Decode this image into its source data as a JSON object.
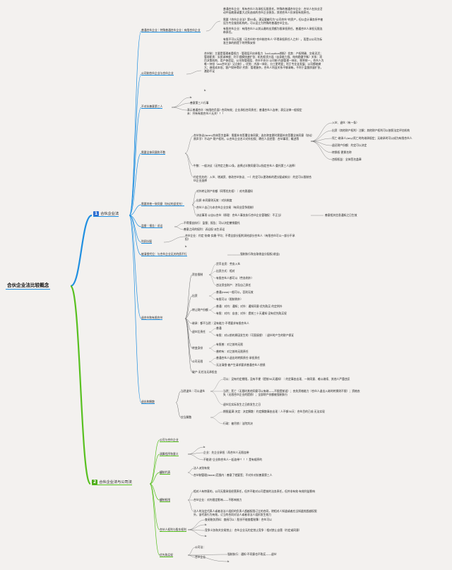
{
  "colors": {
    "blue": "#1f8fe0",
    "green": "#58c020",
    "badge1": "#2f6fd0",
    "badge2": "#4cab18",
    "line": "#6a6a6a"
  },
  "root": {
    "title": "合伙企业法比较概念"
  },
  "branch1": {
    "badge": "1",
    "label": "合伙企业法",
    "groups": [
      {
        "label": "普通合伙企业｜特殊普通合伙企业｜有限合伙企业",
        "notes": [
          "普通合伙企业：所有合伙人均承担无限责任。特殊的普通合伙企业：合伙人在执业活动中因故意或重大过失造成的合伙企业债务，其他合伙人仅承担有限责任。",
          "需要《合伙企业法》第55条。满足要编号为\"公司合伙\"的资产，但以会计事务所中被设为专业服务机构的，可以设立为特殊的普通合伙企业。",
          "有限合伙企业：有限合伙人以其认缴的出资额为限承担责任，普通合伙人承担无限连带责任。",
          "有限不可以无限（无合伙的\"合伙制合伙人\"不得承担责任人之外），而是以公司为标准主体的前提下的特殊安排"
        ]
      },
      {
        "label": "公司制合伙企业与合伙企业",
        "notes": [
          "合伙制：主要是管理者重视力 · 管理层开启参股力（call-option期权）优势：产权明确、交易灵活；管理职责：实质减单度；利于规模快速扩张；机构投资方面（自身能力强、结构稳健平衡）关系：项目决策机构、用户体验层、公司和管理层、合伙不充分 公司制·内部管理一体化、税率统一，合伙人为唯一持份（ext合伙法）记点制）。优势：内部一体化、分工更明显；利于专业化发展；公司都能做大；继续成本低；客户保持得好 劣势：管理复杂，合伙人利益关系不够清晰，不利于监督质量扩张，激励不足",
          "b"
        ]
      },
      {
        "label": "不对抗善意第三人",
        "notes": [
          "b",
          "善意第三人行事",
          "表示普通合伙（有限的负面）·合同有效；企业承担合同责任；普通合伙人连带；表见法律一般规定未：共有有限合伙人无关！！！"
        ]
      },
      {
        "label": "需要全体同意和不数",
        "notes": [
          "合伙协议(term)合体签字盖章：需要补充签署全体同意；选名称变更时需要补充签署全体同意（协议·原声字）不动产·财产权利，以合伙企业名义对外担保；聘任人员经营：合伙事项；概述等",
          "牛数：一般决议（无特定之数12条，选择过半数同意可以指定合伙人·委托第三人选择）",
          "约定优先的：入伙、增减资、修改合伙协议、一）约定可以更改新的遗分配或新分：约定可以限制合伙企业选择"
        ],
        "right": [
          "入伙、退伙（有一条）",
          "出资（其他财产权利）注解；其他财产权利可以依照法定评估机构",
          "死亡·继承人(any)死亡时的继承规定；无继承时可以成为有限合伙人",
          "退还财产份额：约定可以决定",
          "转换权·更换名称",
          "违规权益：全体签名盖章"
        ]
      },
      {
        "label": "需要其他一致同意（协议的适优先）",
        "notes": [
          "对外转让财产份额（同等优先权）｜对内需通知",
          "出质·未同意则无效｜对抗制度",
          "合伙人自己与本合伙企业交易（有同业竞争限制）",
          "决议事项·以自以合伙（原理：合伙人事务执行合伙企业管辖权：不正当）"
        ],
        "right2": "善意相关信息通知之日生效"
      },
      {
        "label": "监督｜报告｜诉讼",
        "notes": [
          "不得擅自执行：监督；报告；可以决定撤销委托",
          "善意之间的权利：诉讼权·派生诉讼"
        ]
      },
      {
        "label": "利润分配",
        "notes": [
          "合伙企业：约定·协商·实缴·平均；不得全部分配利润给部分合伙人（有限合伙可以一部分不承担）",
          "b"
        ]
      },
      {
        "label": "被清偿代位：与合伙企业无关的债不行",
        "notes": [
          "强制执行和支取收益分配权(收益)"
        ]
      },
      {
        "label": "退合伙和有限合伙",
        "sub": [
          {
            "label": "资金限制",
            "notes": [
              "货币出资：劳务入伙",
              "出资方式：相对",
              "有限合伙人都可以（劳务例外）",
              "违法资金财产：涉及自己责任"
            ]
          },
          {
            "label": "出资",
            "notes": [
              "普通(new)一般可以，否则无效",
              "有限可以（限制例外）"
            ]
          },
          {
            "label": "转让财产份额",
            "notes": [
              "普通：对内：通知；对外：通知同意·优先购买·约定例外",
              "有限：对内：自由；对外：提前三十天通知·没有优先购买权"
            ]
          },
          {
            "label": "继承：都不当然｜没有能力·不得要求有限合伙人",
            "notes": []
          },
          {
            "label": "退伙后责任",
            "notes": [
              "普通",
              "有限：对以前的原因发生的（可直接偿）｜退伙时产生的财产保证"
            ]
          },
          {
            "label": "转变身份",
            "notes": [
              "有限普：对之前的无限",
              "普转有：对之前的无限责任"
            ]
          },
          {
            "label": "公司无限",
            "notes": [
              "普通合伙人退出时转换责任·承担责任",
              "无法清偿·被产生请求要求普通合伙人偿债"
            ]
          },
          {
            "label": "破产·无任法无承担金",
            "notes": []
          }
        ]
      },
      {
        "label": "退出和解散",
        "sub": [
          {
            "label": "当然退伙｜可以退伙",
            "notes": [
              "可以：没有约定期限，没有不便（提前30天通知）｜约定事由出现、一致同意、难以继续、其他人严重违反",
              "当然：死亡（无限时其他同意可以有继——不限提前说）；丧失资格能力（合伙人退出入继时转换则不限）；资格丧失（无限合伙企业的提前）；全部财产份额被强制执行",
              "退伙后实际发生之日前发生之日"
            ]
          },
          {
            "label": "应当解散",
            "notes": [
              "期限届满·决定：决定解散｜约定解散事由出现｜人不够30天：合伙目的已成·无法实现",
              "行政：被吊销｜法院判决"
            ]
          }
        ]
      }
    ]
  },
  "branch2": {
    "badge": "2",
    "label": "合伙企业法与公司法",
    "groups": [
      {
        "label": "公司与合伙企业",
        "notes": []
      },
      {
        "label": "清算程序和意义",
        "notes": [
          "b",
          "企业：先企业承担｜再合伙人无限连带",
          "不能说\"企业和合伙人一起连带\"！！！是有顺序的"
        ]
      },
      {
        "label": "罐制代表",
        "notes": [
          "法人派别有效",
          "合伙制管理(team)范围内｜善意了就要签；不对外对抗善意第三人"
        ]
      },
      {
        "label": "罐制权限",
        "notes": [
          "相对人有悖意的，公司无需承担经营责任，但并不能对公司是前的法务责任，但并非有效·有效利益影响",
          "合伙企业：对内限定影响——不影响效力",
          "法人的法定代表人或者非法人组织的负责人超越权限订立的合同，除相对人知道或者应当知道其超越权限外，该代表行为有效，订立的合同对法人或者非法人组织发生效力"
        ]
      },
      {
        "label": "合伙人权利与股东权利",
        "notes": [
          "查阅账务资料：查阅可以｜股份不能查看账簿｜合伙可以",
          "b",
          "竞争义务和关交易禁止：合伙企业无约定禁止竞争｜相对禁止自营（约定或同意）",
          "b"
        ]
      },
      {
        "label": "优先购买权",
        "notes": [
          "公司法：",
          "合伙企业",
          "强制执行：通知·不同意也不购买——退伙",
          "b"
        ]
      }
    ]
  }
}
